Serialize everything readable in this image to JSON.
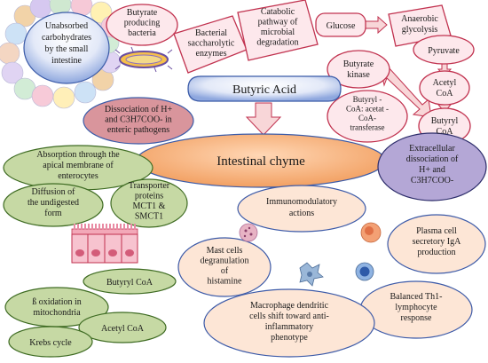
{
  "colors": {
    "pink_fill": "#fde8ec",
    "pink_stroke": "#c1324f",
    "blue_fill": "#dfe6f6",
    "blue_stroke": "#3b5ba8",
    "green_fill": "#c6d9a4",
    "green_stroke": "#3e6b22",
    "peach_fill": "#fde6d6",
    "peach_stroke": "#3c5aa8",
    "salmon_fill": "#f5b17c",
    "rose_fill": "#d9959c",
    "purple_fill": "#b4a7d6",
    "arrow_fill": "#f8d6d8",
    "arrow_stroke": "#c1324f"
  },
  "nodes": {
    "unabsorbed": [
      "Unabsorbed",
      "carbohydrates",
      "by the small",
      "intestine"
    ],
    "butyrate_bacteria": [
      "Butyrate",
      "producing",
      "bacteria"
    ],
    "saccharolytic": [
      "Bacterial",
      "saccharolytic",
      "enzymes"
    ],
    "catabolic": [
      "Catabolic",
      "pathway of",
      "microbial",
      "degradation"
    ],
    "glucose": [
      "Glucose"
    ],
    "anaerobic": [
      "Anaerobic",
      "glycolysis"
    ],
    "pyruvate": [
      "Pyruvate"
    ],
    "acetyl_coa_top": [
      "Acetyl",
      "CoA"
    ],
    "butyryl_coa_top": [
      "Butyryl",
      "CoA"
    ],
    "butyrate_kinase": [
      "Butyrate",
      "kinase"
    ],
    "transferase": [
      "Butyryl -",
      "CoA: acetat -",
      "CoA-",
      "transferase"
    ],
    "butyric_acid": [
      "Butyric Acid"
    ],
    "dissociation_enteric": [
      "Dissociation of H+",
      "and C3H7COO- in",
      "enteric pathogens"
    ],
    "intestinal_chyme": [
      "Intestinal chyme"
    ],
    "absorption": [
      "Absorption through the",
      "apical membrane of",
      "enterocytes"
    ],
    "extracellular": [
      "Extracellular",
      "dissociation of",
      "H+ and",
      "C3H7COO-"
    ],
    "diffusion": [
      "Diffusion of",
      "the undigested",
      "form"
    ],
    "transporter": [
      "Transporter",
      "proteins",
      "MCT1 &",
      "SMCT1"
    ],
    "immunomodulatory": [
      "Immunomodulatory",
      "actions"
    ],
    "plasma_cell": [
      "Plasma cell",
      "secretory IgA",
      "production"
    ],
    "mast_cells": [
      "Mast cells",
      "degranulation",
      "of",
      "histamine"
    ],
    "butyryl_coa_bottom": [
      "Butyryl CoA"
    ],
    "beta_oxidation": [
      "ß oxidation in",
      "mitochondria"
    ],
    "acetyl_coa_bottom": [
      "Acetyl CoA"
    ],
    "krebs": [
      "Krebs cycle"
    ],
    "th1": [
      "Balanced Th1-",
      "lymphocyte",
      "response"
    ],
    "macrophage": [
      "Macrophage dendritic",
      "cells shift toward anti-",
      "inflammatory",
      "phenotype"
    ]
  }
}
